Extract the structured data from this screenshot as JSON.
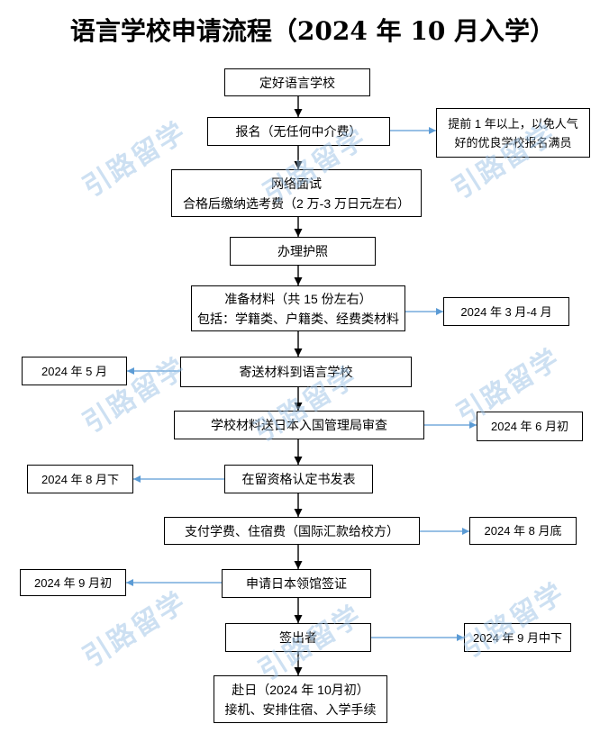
{
  "title": "语言学校申请流程（2024 年 10 月入学）",
  "watermark": "引路留学",
  "colors": {
    "box_border": "#000000",
    "flow_arrow": "#000000",
    "timeline_arrow": "#5b9bd5",
    "watermark": "#9dc3e6"
  },
  "steps": [
    {
      "lines": [
        "定好语言学校"
      ]
    },
    {
      "lines": [
        "报名（无任何中介费）"
      ],
      "note": [
        "提前 1 年以上，以免人气",
        "好的优良学校报名满员"
      ]
    },
    {
      "lines": [
        "网络面试",
        "合格后缴纳选考费（2 万-3 万日元左右）"
      ]
    },
    {
      "lines": [
        "办理护照"
      ]
    },
    {
      "lines": [
        "准备材料（共 15 份左右）",
        "包括：学籍类、户籍类、经费类材料"
      ],
      "note": [
        "2024 年 3 月-4 月"
      ]
    },
    {
      "lines": [
        "寄送材料到语言学校"
      ],
      "note": [
        "2024 年 5 月"
      ]
    },
    {
      "lines": [
        "学校材料送日本入国管理局审查"
      ],
      "note": [
        "2024 年 6 月初"
      ]
    },
    {
      "lines": [
        "在留资格认定书发表"
      ],
      "note": [
        "2024 年 8 月下"
      ]
    },
    {
      "lines": [
        "支付学费、住宿费（国际汇款给校方）"
      ],
      "note": [
        "2024 年 8 月底"
      ]
    },
    {
      "lines": [
        "申请日本领馆签证"
      ],
      "note": [
        "2024 年 9 月初"
      ]
    },
    {
      "lines": [
        "签出者"
      ],
      "note": [
        "2024 年 9 月中下"
      ]
    },
    {
      "lines": [
        "赴日（2024 年 10月初）",
        "接机、安排住宿、入学手续"
      ]
    }
  ]
}
